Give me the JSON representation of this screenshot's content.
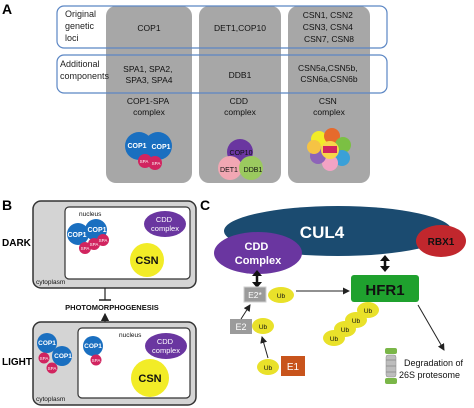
{
  "panel_a": {
    "label": "A",
    "row_labels": {
      "original_loci": [
        "Original",
        "genetic",
        "loci"
      ],
      "additional": [
        "Additional",
        "components"
      ]
    },
    "columns": [
      {
        "loci": [
          "COP1"
        ],
        "components": [
          "SPA1, SPA2,",
          "SPA3, SPA4"
        ],
        "complex": [
          "COP1-SPA",
          "complex"
        ],
        "cluster": {
          "cop1_a": "COP1",
          "cop1_b": "COP1",
          "spa_a": "SPA",
          "spa_b": "SPA"
        }
      },
      {
        "loci": [
          "DET1,COP10"
        ],
        "components": [
          "DDB1"
        ],
        "complex": [
          "CDD",
          "complex"
        ],
        "cluster": {
          "cop10": "COP10",
          "det1": "DET1",
          "ddb1": "DDB1"
        }
      },
      {
        "loci": [
          "CSN1, CSN2",
          "CSN3, CSN4",
          "CSN7, CSN8"
        ],
        "components": [
          "CSN5a,CSN5b,",
          "CSN6a,CSN6b"
        ],
        "complex": [
          "CSN",
          "complex"
        ]
      }
    ]
  },
  "panel_b": {
    "label": "B",
    "dark": {
      "label": "DARK",
      "nucleus": "nucleus",
      "cytoplasm": "cytoplasm",
      "cop1_labels": [
        "COP1",
        "COP1"
      ],
      "spa_labels": [
        "SPA",
        "SPA",
        "SPA"
      ],
      "cdd": [
        "CDD",
        "complex"
      ],
      "csn": "CSN"
    },
    "photomorphogenesis": "PHOTOMORPHOGENESIS",
    "light": {
      "label": "LIGHT",
      "nucleus": "nucleus",
      "cytoplasm": "cytoplasm",
      "cop1_labels": [
        "COP1",
        "COP1",
        "COP1"
      ],
      "spa_labels": [
        "SPA",
        "SPA",
        "SPA"
      ],
      "cdd": [
        "CDD",
        "complex"
      ],
      "csn": "CSN"
    }
  },
  "panel_c": {
    "label": "C",
    "cul4": "CUL4",
    "rbx1": "RBX1",
    "cdd": [
      "CDD",
      "Complex"
    ],
    "e2_star": "E2*",
    "e2": "E2",
    "e1": "E1",
    "hfr1": "HFR1",
    "ub": "Ub",
    "degradation": [
      "Degradation of",
      "26S protesome"
    ]
  },
  "colors": {
    "column_gray": "#a7a7a7",
    "row_box_border": "#5b86c4",
    "cop1_blue": "#1a6fc0",
    "spa_magenta": "#d1245f",
    "cdd_purple": "#6a36a0",
    "csn_yellow": "#f2ec27",
    "cul4_navy": "#1b4b70",
    "rbx1_red": "#c1272d",
    "hfr1_green": "#1fa12e",
    "e1_orange": "#c8541c",
    "e2_gray": "#9b9b9b",
    "ub_yellow": "#e9e12a"
  }
}
